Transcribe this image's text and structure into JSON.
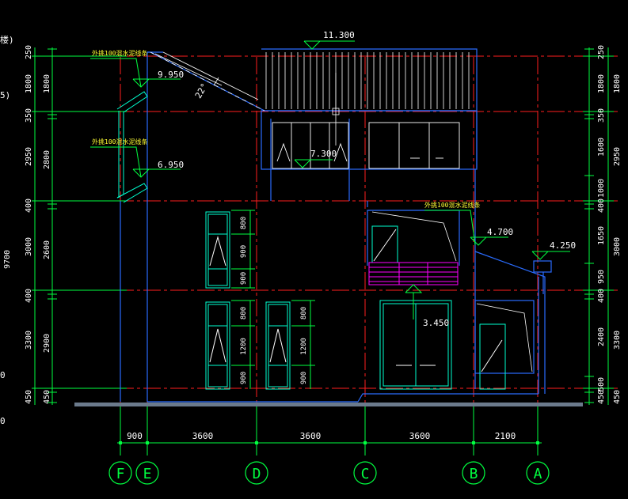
{
  "colors": {
    "background": "#000000",
    "outline": "#2a6cff",
    "grid": "#ff1e1e",
    "dimension": "#00ff40",
    "window": "#00ffd0",
    "detail": "#ffffff",
    "text_white": "#ffffff",
    "text_yellow": "#ffff33",
    "balcony": "#ff00ff"
  },
  "elevations": {
    "roof_top": "11.300",
    "eave_left": "9.950",
    "floor3": "7.300",
    "left_mid": "6.950",
    "floor2_right": "4.700",
    "canopy": "4.250",
    "floor1": "3.450"
  },
  "angle_label": "22°",
  "notes": {
    "top_left": "外挑100混水泥线条",
    "mid_left": "外挑100混水泥线条",
    "right": "外挑100混水泥线条"
  },
  "left_dims_outer": [
    "250",
    "1800",
    "350",
    "2950",
    "400",
    "3000",
    "9700",
    "400",
    "3300",
    "450"
  ],
  "left_dims_inner": [
    "1800",
    "2800",
    "2600",
    "2900",
    "450"
  ],
  "right_dims_inner": [
    "250",
    "1800",
    "350",
    "1600",
    "1000",
    "400",
    "1650",
    "950",
    "400",
    "2400",
    "500",
    "450"
  ],
  "right_dims_outer": [
    "1800",
    "2950",
    "3000",
    "3300",
    "450"
  ],
  "window_dims": {
    "upper": [
      "800",
      "900",
      "900"
    ],
    "lower_left": [
      "800",
      "1200",
      "900"
    ],
    "lower_mid": [
      "800",
      "1200",
      "900"
    ]
  },
  "bottom_dims": [
    "900",
    "3600",
    "3600",
    "3600",
    "2100"
  ],
  "axes": [
    "F",
    "E",
    "D",
    "C",
    "B",
    "A"
  ],
  "edge_fragments": {
    "top_left": "楼)",
    "mid_left": "5)",
    "low_left": "0",
    "bottom_left": "0"
  }
}
